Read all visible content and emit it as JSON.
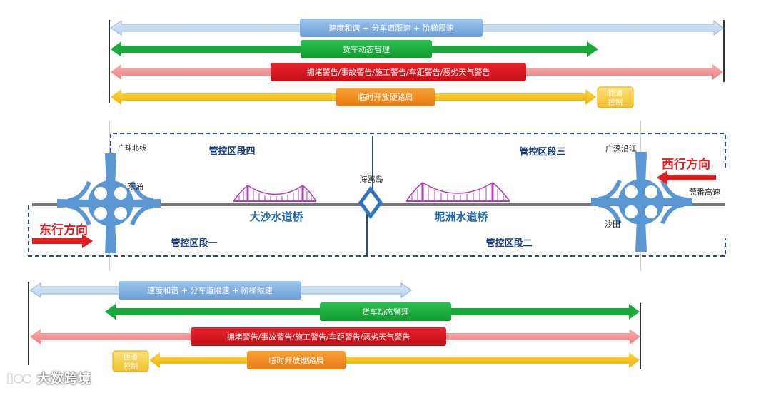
{
  "top_bars": {
    "bar1_label": "速度和谐 + 分车道限速 + 阶梯限速",
    "bar2_label": "货车动态管理",
    "bar3_label": "拥堵警告/事故警告/施工警告/车距警告/恶劣天气警告",
    "bar4_label": "临时开放硬路肩",
    "ramp_label_line1": "匝道",
    "ramp_label_line2": "控制"
  },
  "bottom_bars": {
    "bar1_label": "速度和谐 + 分车道限速 + 阶梯限速",
    "bar2_label": "货车动态管理",
    "bar3_label": "拥堵警告/事故警告/施工警告/车距警告/恶劣天气警告",
    "bar4_label": "临时开放硬路肩",
    "ramp_label_line1": "匝道",
    "ramp_label_line2": "控制"
  },
  "map": {
    "section_4": "管控区段四",
    "section_3": "管控区段三",
    "section_1": "管控区段一",
    "section_2": "管控区段二",
    "bridge_left": "大沙水道桥",
    "bridge_right": "坭洲水道桥",
    "island": "海鸥岛",
    "place_guangzhu": "广珠北线",
    "place_dongyong": "东涌",
    "place_guangshen": "广深沿江",
    "place_shatian": "沙田",
    "place_guanfan": "莞番高速",
    "eastbound": "东行方向",
    "westbound": "西行方向"
  },
  "watermark": "大数跨境",
  "colors": {
    "light_blue": "#8fb9e6",
    "green": "#1daa3c",
    "red": "#f08080",
    "yellow": "#f5c21a",
    "dark_red": "#d9141e",
    "orange": "#f08a1a",
    "interchange_blue": "#5a96d2",
    "section_border": "#2a4a8a",
    "bridge": "#b040b8",
    "direction_red": "#e02020"
  }
}
